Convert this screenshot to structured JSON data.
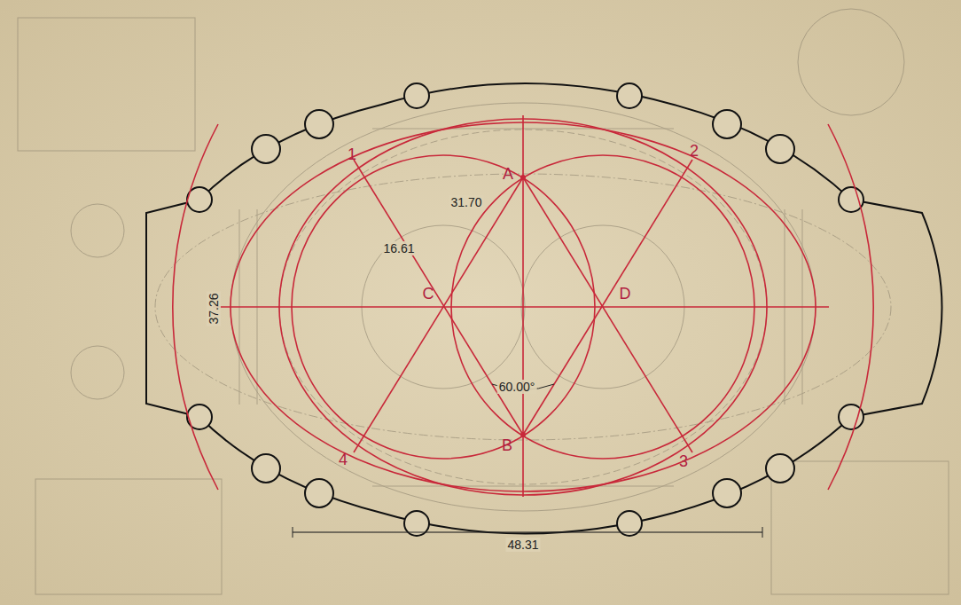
{
  "diagram": {
    "labels": [
      "1",
      "2",
      "A",
      "31.70",
      "16.61",
      "C",
      "D",
      "37.26",
      "60.00°",
      "B",
      "4",
      "3",
      "48.31"
    ]
  }
}
